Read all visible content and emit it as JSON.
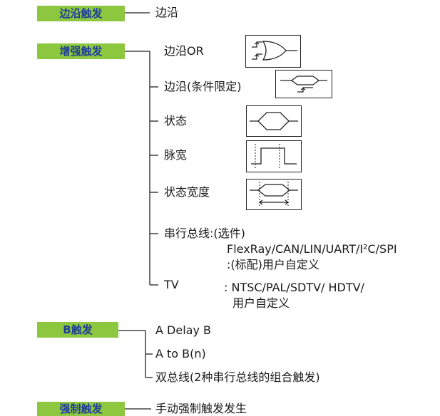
{
  "categories": {
    "edge": "边沿触发",
    "enhanced": "增强触发",
    "b": "B触发",
    "force": "强制触发"
  },
  "items": {
    "edge": "边沿",
    "edge_or": "边沿OR",
    "edge_qualified": "边沿(条件限定)",
    "state": "状态",
    "pulse_width": "脉宽",
    "state_width": "状态宽度",
    "serial_line1": "串行总线:(选件)",
    "serial_line2": "FlexRay/CAN/LIN/UART/I²C/SPI",
    "serial_line3": ":(标配)用户自定义",
    "tv": "TV",
    "tv_line1": ": NTSC/PAL/SDTV/ HDTV/",
    "tv_line2": "用户自定义",
    "a_delay_b": "A Delay B",
    "a_to_bn": "A to B(n)",
    "dual_bus": "双总线(2种串行总线的组合触发)",
    "manual": "手动强制触发发生"
  },
  "colors": {
    "label_bg": "#8dc63f",
    "label_text": "#1f3f9a"
  }
}
